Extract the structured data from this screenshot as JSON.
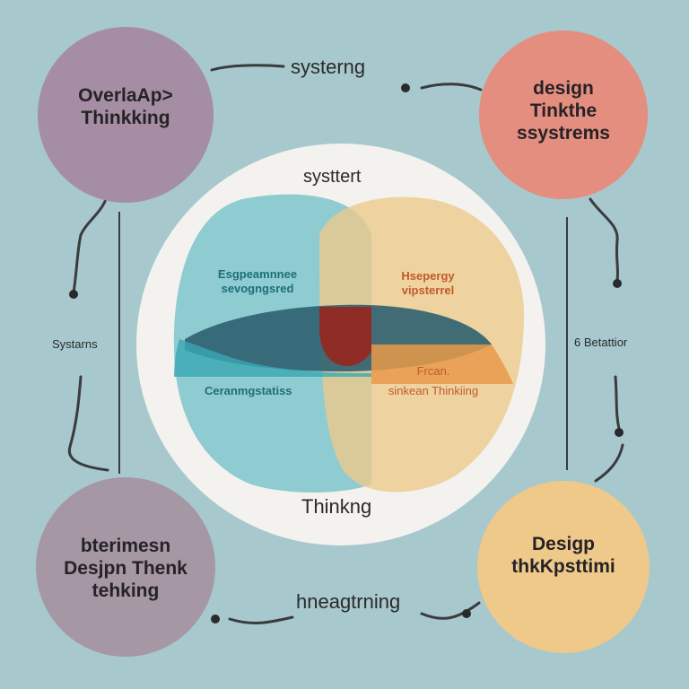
{
  "corners": {
    "top_left": {
      "line1": "Overla‌Ap>",
      "line2": "Thinkking"
    },
    "top_right": {
      "line1": "design",
      "line2": "Tinkthe",
      "line3": "ssystrems"
    },
    "bottom_left": {
      "line1": "bterimesn",
      "line2": "Desjpn Thenk",
      "line3": "tehking"
    },
    "bottom_right": {
      "line1": "Desigp",
      "line2": "thkKpsttimi"
    }
  },
  "connectors": {
    "top": "systerng",
    "bottom": "hneagtrning",
    "left": "Systarns",
    "right": "6 Betattior"
  },
  "venn": {
    "top_label": "systtert",
    "bottom_label": "Thinkng",
    "left_title_1": "Esgpeamnnee",
    "left_title_2": "sevogngsred",
    "right_title_1": "Hsepergy",
    "right_title_2": "vipsterrel",
    "left_lower": "Ceranmgstatiss",
    "right_lower_1": "Frcan.",
    "right_lower_2": "sinkean Thinkiing"
  },
  "colors": {
    "background": "#a7c8cd",
    "top_left_circle": "#a58ea3",
    "top_right_circle": "#e48e80",
    "bottom_left_circle": "#a597a4",
    "bottom_right_circle": "#eec98a",
    "venn_left": "#86c9cf",
    "venn_right": "#ecc98c",
    "overlap_dark": "#2f6170",
    "overlap_red": "#8f2c26",
    "teal_text": "#1d6e76",
    "orange_text": "#c25b2b"
  }
}
